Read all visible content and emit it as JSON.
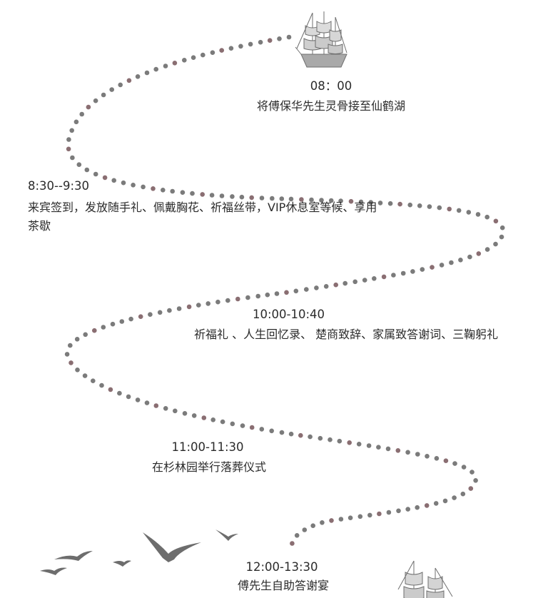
{
  "timeline": {
    "events": [
      {
        "time": "08：00",
        "desc": "将傅保华先生灵骨接至仙鹤湖"
      },
      {
        "time": "8:30--9:30",
        "desc": "来宾签到，发放随手礼、佩戴胸花、祈福丝带，VIP休息室等候、享用茶歇"
      },
      {
        "time": "10:00-10:40",
        "desc": "祈福礼 、人生回忆录、 楚商致辞、家属致答谢词、三鞠躬礼"
      },
      {
        "time": "11:00-11:30",
        "desc": "在杉林园举行落葬仪式"
      },
      {
        "time": "12:00-13:30",
        "desc": "傅先生自助答谢宴"
      }
    ],
    "colors": {
      "dot_gray": "#7b7b7b",
      "dot_mauve": "#8a6e72",
      "text": "#2b2b2b",
      "sketch": "#6f6f6f"
    },
    "icons": [
      "sailing-ship-icon",
      "seagull-flock-icon"
    ]
  }
}
